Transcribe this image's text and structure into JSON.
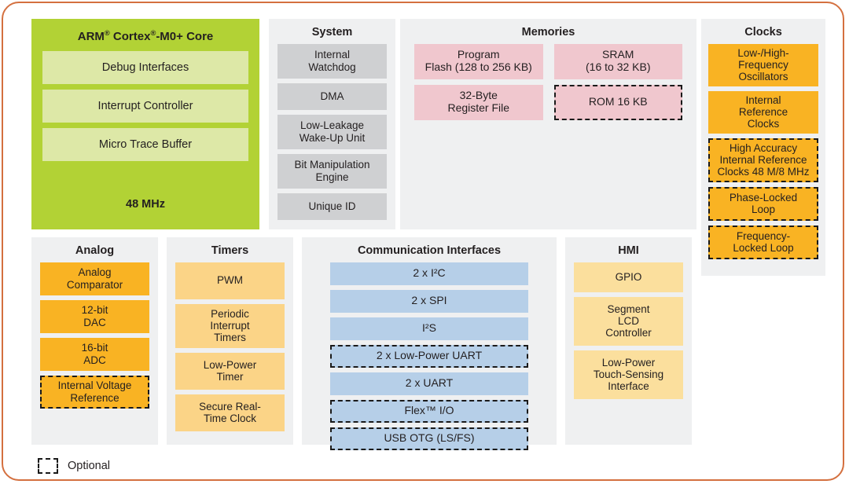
{
  "frame": {
    "border_color": "#d4703f"
  },
  "palette": {
    "panel_bg": "#eff0f1",
    "core_green": "#b2d235",
    "core_sub_green": "#dde8a7",
    "system_gray": "#cfd0d2",
    "memory_pink": "#f0c7ce",
    "clock_orange": "#f9b323",
    "analog_orange": "#f9b323",
    "timer_orange": "#fbd487",
    "comm_blue": "#b6cfe8",
    "hmi_orange": "#fbdf9d",
    "dashed_border": "#1a1a1a"
  },
  "core": {
    "title_prefix": "ARM",
    "title_mid": " Cortex",
    "title_suffix": "-M0+ Core",
    "title_plain": "ARM® Cortex®-M0+ Core",
    "blocks": [
      {
        "label": "Debug Interfaces",
        "optional": false
      },
      {
        "label": "Interrupt Controller",
        "optional": false
      },
      {
        "label": "Micro Trace Buffer",
        "optional": false
      }
    ],
    "frequency": "48 MHz"
  },
  "system": {
    "title": "System",
    "blocks": [
      {
        "label": "Internal\nWatchdog",
        "optional": false,
        "height": 44
      },
      {
        "label": "DMA",
        "optional": false,
        "height": 34
      },
      {
        "label": "Low-Leakage\nWake-Up Unit",
        "optional": false,
        "height": 44
      },
      {
        "label": "Bit Manipulation\nEngine",
        "optional": false,
        "height": 44
      },
      {
        "label": "Unique ID",
        "optional": false,
        "height": 34
      }
    ]
  },
  "memories": {
    "title": "Memories",
    "blocks": [
      {
        "label": "Program\nFlash (128 to 256 KB)",
        "optional": false
      },
      {
        "label": "SRAM\n(16 to 32 KB)",
        "optional": false
      },
      {
        "label": "32-Byte\nRegister File",
        "optional": false
      },
      {
        "label": "ROM 16 KB",
        "optional": true
      }
    ]
  },
  "clocks": {
    "title": "Clocks",
    "blocks": [
      {
        "label": "Low-/High-\nFrequency\nOscillators",
        "optional": false,
        "height": 54
      },
      {
        "label": "Internal\nReference\nClocks",
        "optional": false,
        "height": 54
      },
      {
        "label": "High Accuracy\nInternal Reference\nClocks 48 M/8 MHz",
        "optional": true,
        "height": 56
      },
      {
        "label": "Phase-Locked\nLoop",
        "optional": true,
        "height": 43
      },
      {
        "label": "Frequency-\nLocked Loop",
        "optional": true,
        "height": 43
      }
    ]
  },
  "analog": {
    "title": "Analog",
    "blocks": [
      {
        "label": "Analog\nComparator",
        "optional": false,
        "height": 42
      },
      {
        "label": "12-bit\nDAC",
        "optional": false,
        "height": 42
      },
      {
        "label": "16-bit\nADC",
        "optional": false,
        "height": 42
      },
      {
        "label": "Internal Voltage\nReference",
        "optional": true,
        "height": 42
      }
    ]
  },
  "timers": {
    "title": "Timers",
    "blocks": [
      {
        "label": "PWM",
        "optional": false,
        "height": 47
      },
      {
        "label": "Periodic\nInterrupt\nTimers",
        "optional": false,
        "height": 56
      },
      {
        "label": "Low-Power\nTimer",
        "optional": false,
        "height": 47
      },
      {
        "label": "Secure Real-\nTime Clock",
        "optional": false,
        "height": 47
      }
    ]
  },
  "communication": {
    "title": "Communication Interfaces",
    "blocks": [
      {
        "label": "2 x I²C",
        "optional": false,
        "height": 29
      },
      {
        "label": "2 x SPI",
        "optional": false,
        "height": 29
      },
      {
        "label": "I²S",
        "optional": false,
        "height": 29
      },
      {
        "label": "2 x Low-Power UART",
        "optional": true,
        "height": 29
      },
      {
        "label": "2 x UART",
        "optional": false,
        "height": 29
      },
      {
        "label": "Flex™ I/O",
        "optional": true,
        "height": 29
      },
      {
        "label": "USB OTG (LS/FS)",
        "optional": true,
        "height": 29
      }
    ]
  },
  "hmi": {
    "title": "HMI",
    "blocks": [
      {
        "label": "GPIO",
        "optional": false,
        "height": 38
      },
      {
        "label": "Segment\nLCD\nController",
        "optional": false,
        "height": 62
      },
      {
        "label": "Low-Power\nTouch-Sensing\nInterface",
        "optional": false,
        "height": 62
      }
    ]
  },
  "legend": {
    "label": "Optional"
  }
}
